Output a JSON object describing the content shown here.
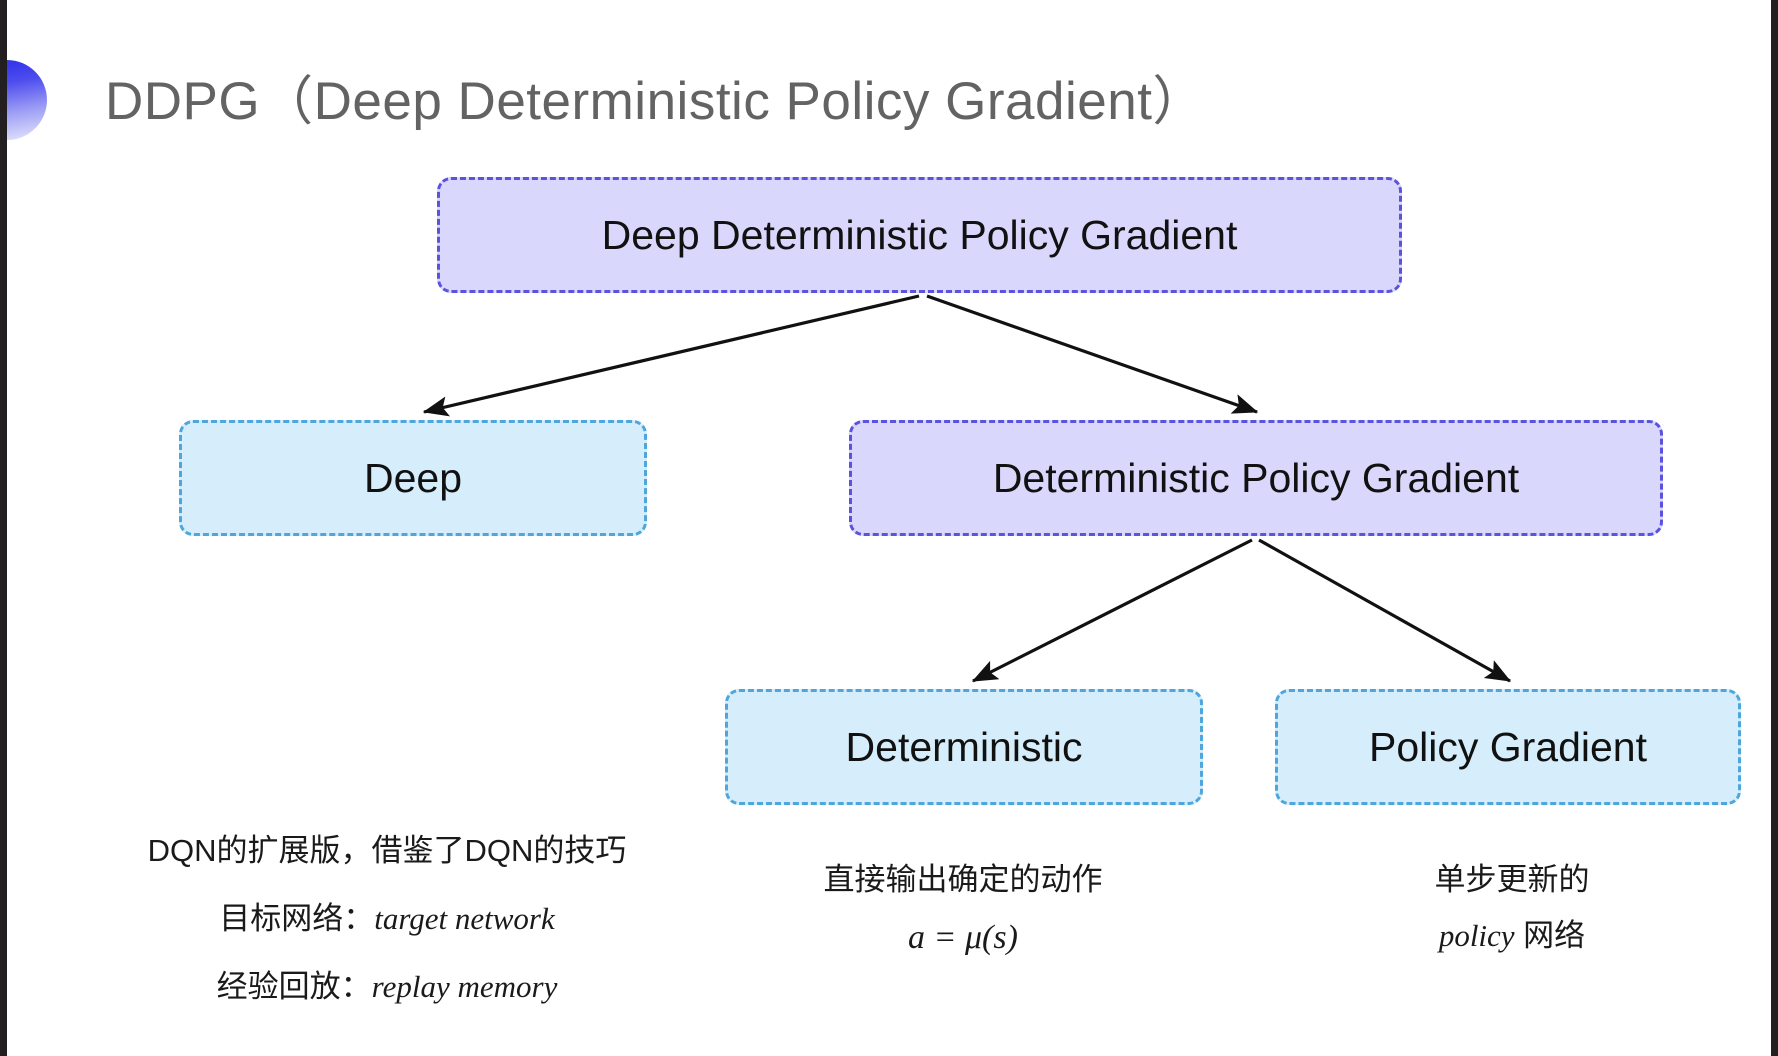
{
  "slide": {
    "title": "DDPG（Deep Deterministic Policy Gradient）",
    "bullet_icon": "half-circle-gradient-icon",
    "background_color": "#ffffff",
    "accent_color": "#2b2be8"
  },
  "diagram": {
    "type": "tree",
    "node_colors": {
      "purple_fill": "#d9d7fb",
      "purple_border": "#5b53dd",
      "blue_fill": "#d6eefb",
      "blue_border": "#4ea6dd",
      "arrow": "#000000"
    },
    "nodes": [
      {
        "id": "root",
        "label": "Deep Deterministic Policy Gradient",
        "style": "purple",
        "level": 0
      },
      {
        "id": "deep",
        "label": "Deep",
        "style": "blue",
        "level": 1
      },
      {
        "id": "dpg",
        "label": "Deterministic Policy Gradient",
        "style": "purple",
        "level": 1
      },
      {
        "id": "deterministic",
        "label": "Deterministic",
        "style": "blue",
        "level": 2
      },
      {
        "id": "policy_gradient",
        "label": "Policy Gradient",
        "style": "blue",
        "level": 2
      }
    ],
    "edges": [
      {
        "from": "root",
        "to": "deep"
      },
      {
        "from": "root",
        "to": "dpg"
      },
      {
        "from": "dpg",
        "to": "deterministic"
      },
      {
        "from": "dpg",
        "to": "policy_gradient"
      }
    ]
  },
  "captions": {
    "deep": {
      "lines": [
        "DQN的扩展版，借鉴了DQN的技巧",
        "目标网络：",
        "经验回放："
      ],
      "emphasis": [
        "target network",
        "replay memory"
      ]
    },
    "deterministic": {
      "line1": "直接输出确定的动作",
      "formula": "a = μ(s)"
    },
    "policy_gradient": {
      "line1": "单步更新的",
      "emphasis": "policy",
      "line2": " 网络"
    }
  }
}
